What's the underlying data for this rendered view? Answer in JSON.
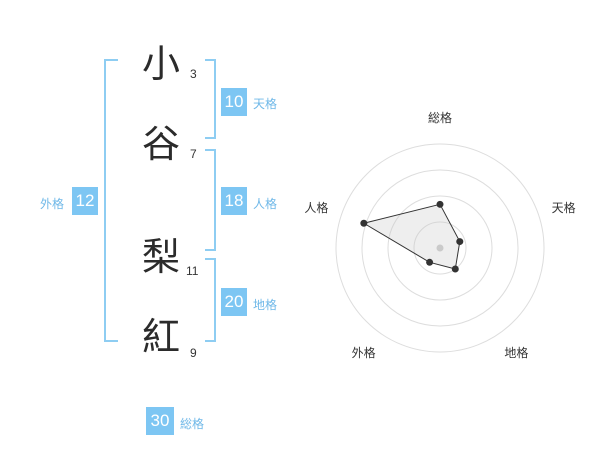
{
  "name": {
    "chars": [
      {
        "kanji": "小",
        "strokes": "3"
      },
      {
        "kanji": "谷",
        "strokes": "7"
      },
      {
        "kanji": "梨",
        "strokes": "11"
      },
      {
        "kanji": "紅",
        "strokes": "9"
      }
    ]
  },
  "scores": {
    "tenkaku": {
      "value": "10",
      "label": "天格"
    },
    "jinkaku": {
      "value": "18",
      "label": "人格"
    },
    "chikaku": {
      "value": "20",
      "label": "地格"
    },
    "gaikaku": {
      "value": "12",
      "label": "外格"
    },
    "soukaku": {
      "value": "30",
      "label": "総格"
    }
  },
  "colors": {
    "accent": "#7dc6f3",
    "bracket": "#8ecdf2"
  },
  "chart_data": {
    "type": "radar",
    "axes": [
      "総格",
      "天格",
      "地格",
      "外格",
      "人格"
    ],
    "values": [
      0.42,
      0.2,
      0.25,
      0.17,
      0.77
    ],
    "range": [
      0,
      1
    ],
    "rings": 4
  }
}
